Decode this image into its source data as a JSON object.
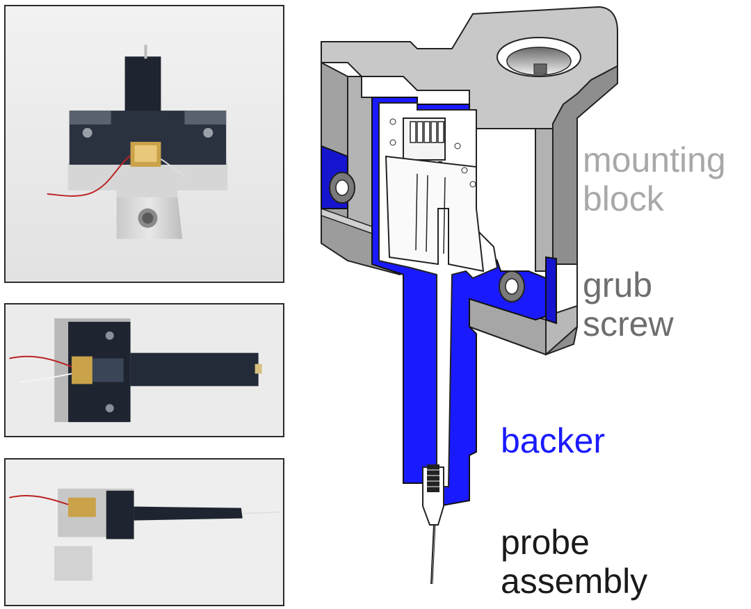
{
  "colors": {
    "mounting_block": "#a8a8a8",
    "grub_screw": "#6e6e6e",
    "backer": "#1a1aff",
    "probe_assembly": "#1a1a1a",
    "block_face": "#c8c8c8",
    "block_side": "#9a9a9a"
  },
  "labels": {
    "mounting_block": [
      "mounting",
      "block"
    ],
    "grub_screw": [
      "grub",
      "screw"
    ],
    "backer": [
      "backer"
    ],
    "probe_assembly": [
      "probe",
      "assembly"
    ]
  }
}
